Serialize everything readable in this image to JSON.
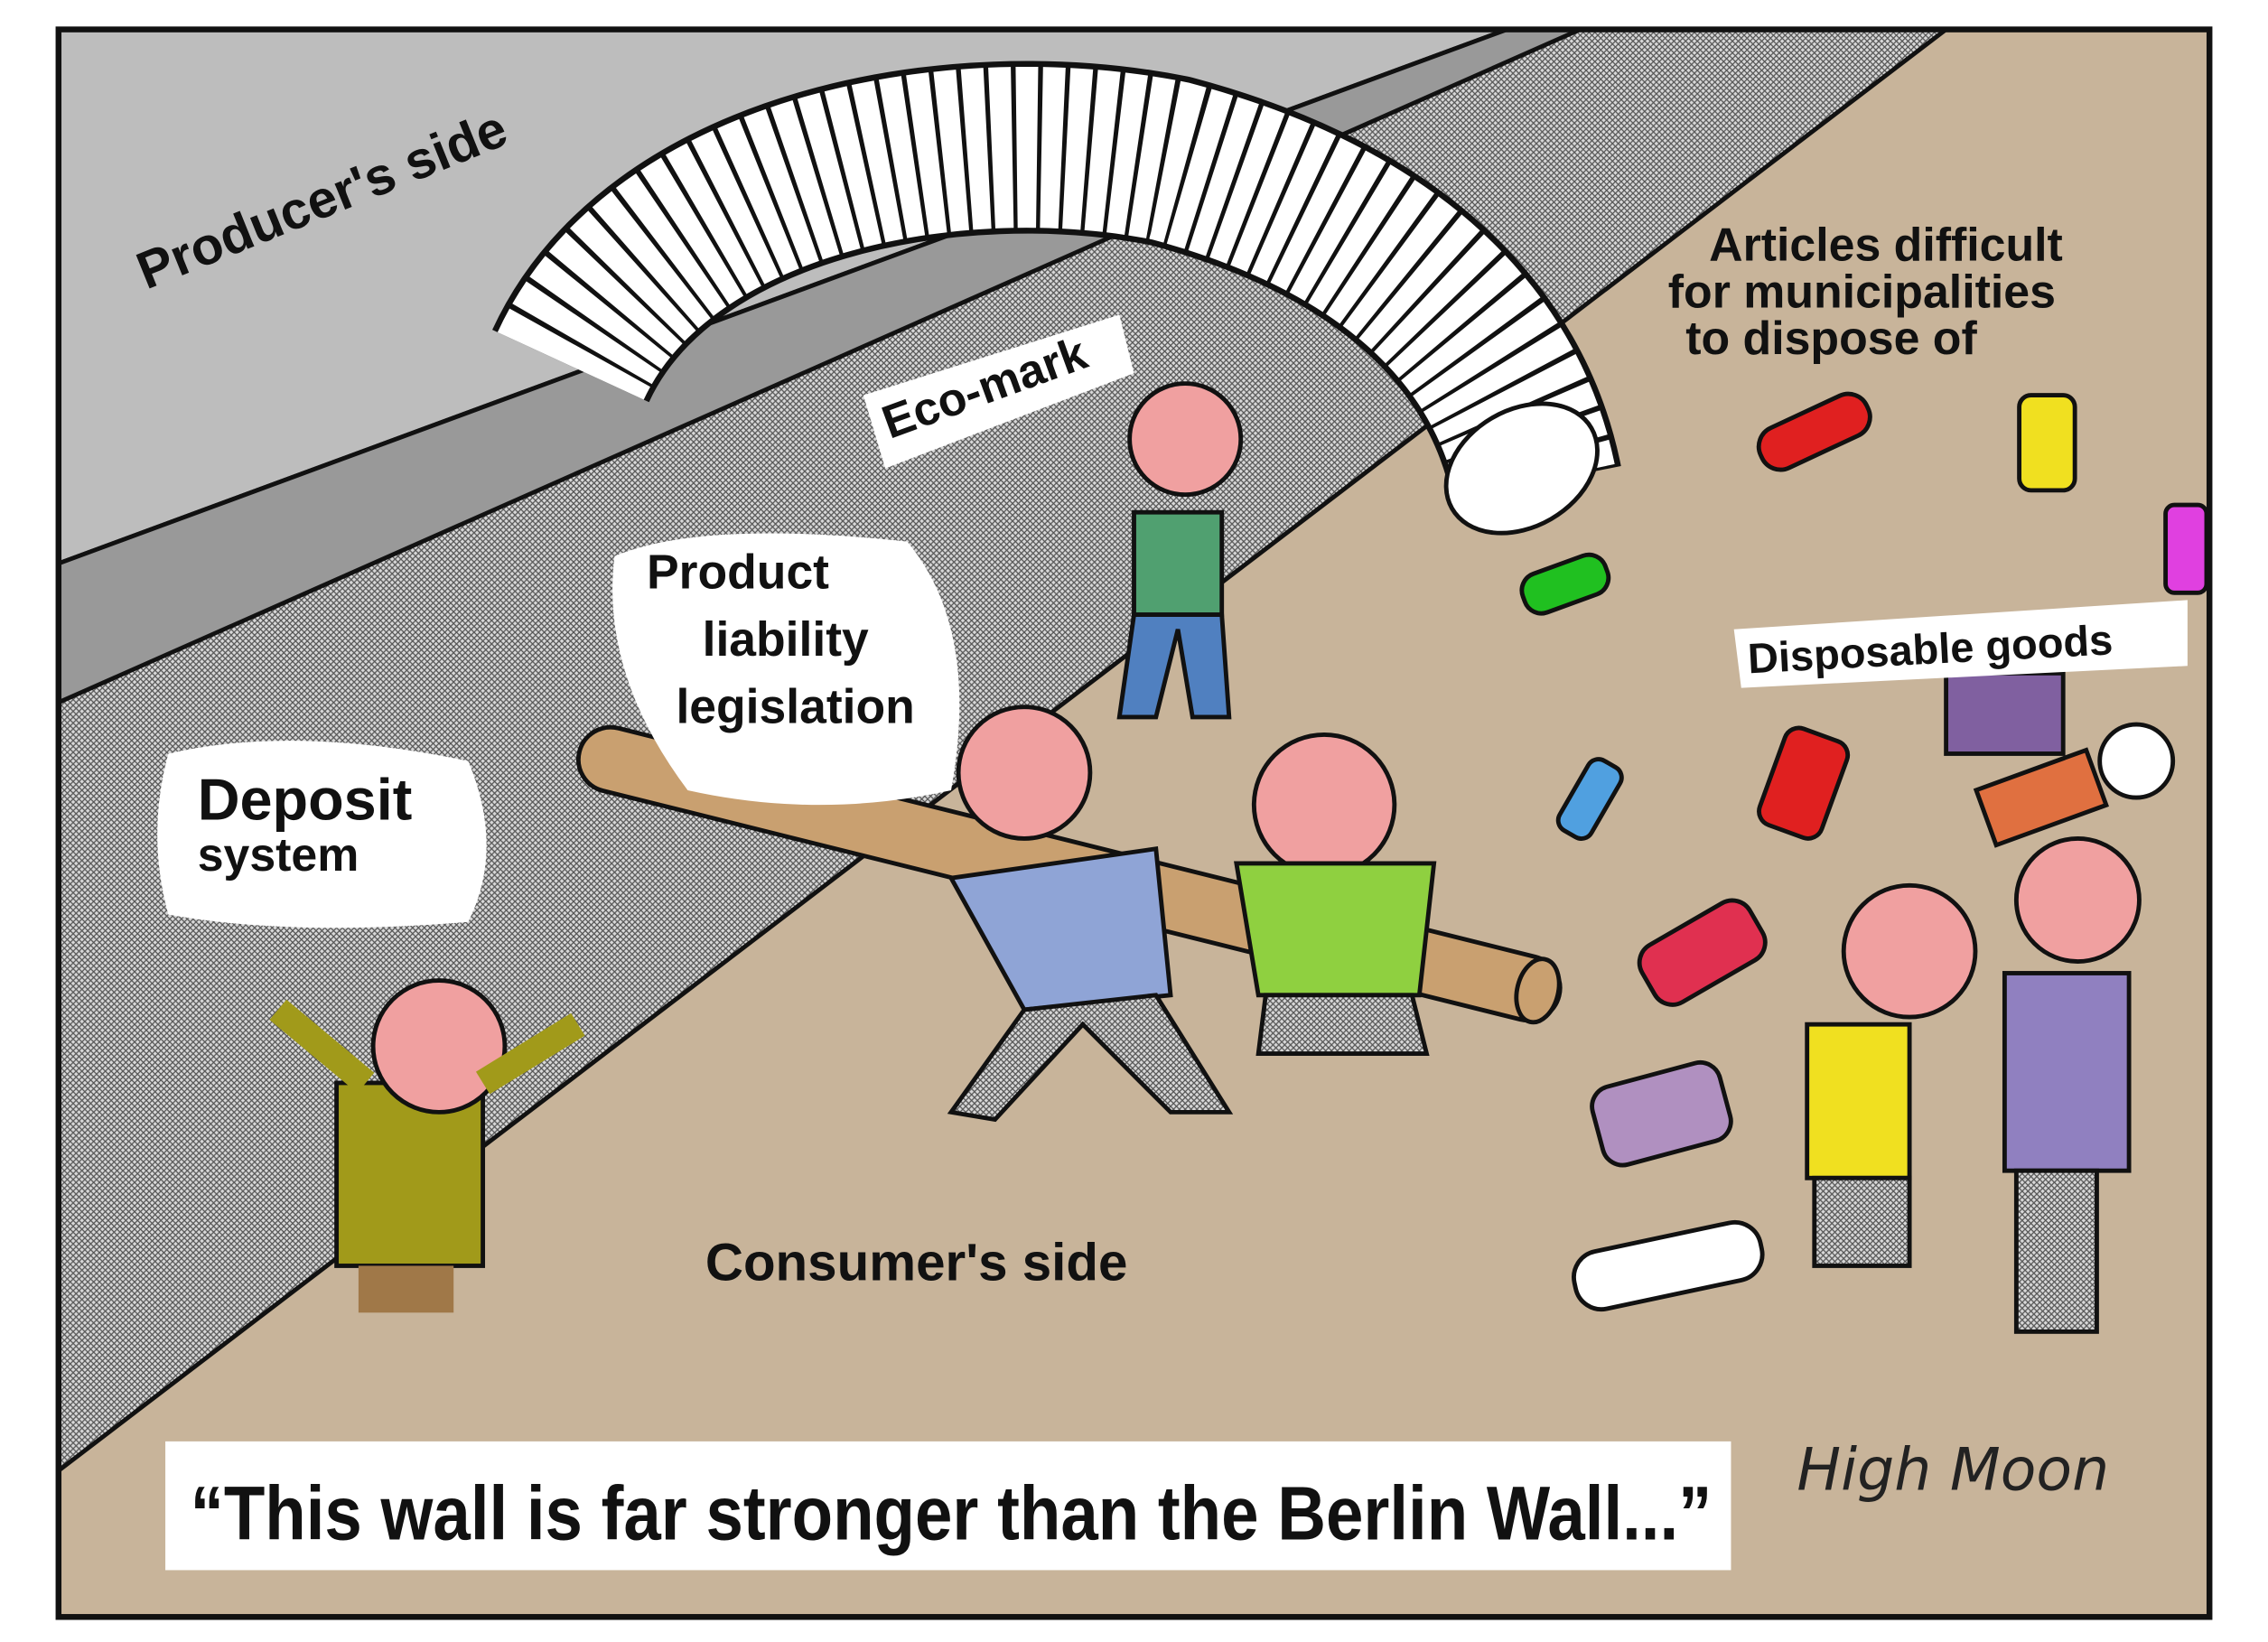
{
  "labels": {
    "producer_side": "Producer's side",
    "consumer_side": "Consumer's side",
    "eco_mark": "Eco-mark",
    "product_liability": [
      "Product",
      "liability",
      "legislation"
    ],
    "deposit_system": [
      "Deposit",
      "system"
    ],
    "articles_difficult": [
      "Articles difficult",
      "for municipalities",
      "to dispose of"
    ],
    "disposable_goods": "Disposable goods"
  },
  "caption": "“This wall is far stronger than the Berlin Wall...”",
  "signature": "High Moon",
  "colors": {
    "producer_bg": "#bdbdbd",
    "wall": "#9a9a9a",
    "floor": "#c8b49a",
    "skin": "#f0a0a0",
    "log": "#c9a070"
  }
}
